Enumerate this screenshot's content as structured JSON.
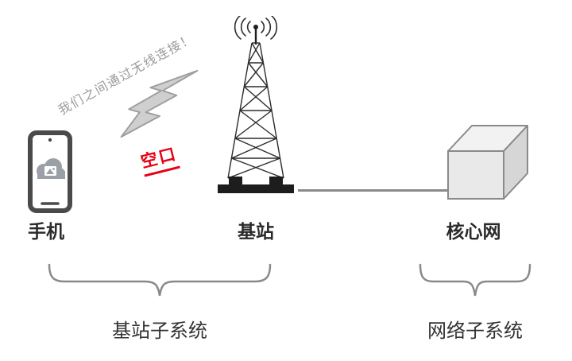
{
  "diagram": {
    "note_wireless": "我们之间通过无线连接！",
    "air_interface": "空口",
    "nodes": {
      "phone": {
        "label": "手机"
      },
      "base_station": {
        "label": "基站"
      },
      "core_network": {
        "label": "核心网"
      }
    },
    "groups": {
      "bss": {
        "label": "基站子系统"
      },
      "nss": {
        "label": "网络子系统"
      }
    },
    "colors": {
      "accent_red": "#e60012",
      "note_gray": "#9b9b9b",
      "line_gray": "#8a8a8a",
      "text_dark": "#2b2b2b"
    }
  }
}
